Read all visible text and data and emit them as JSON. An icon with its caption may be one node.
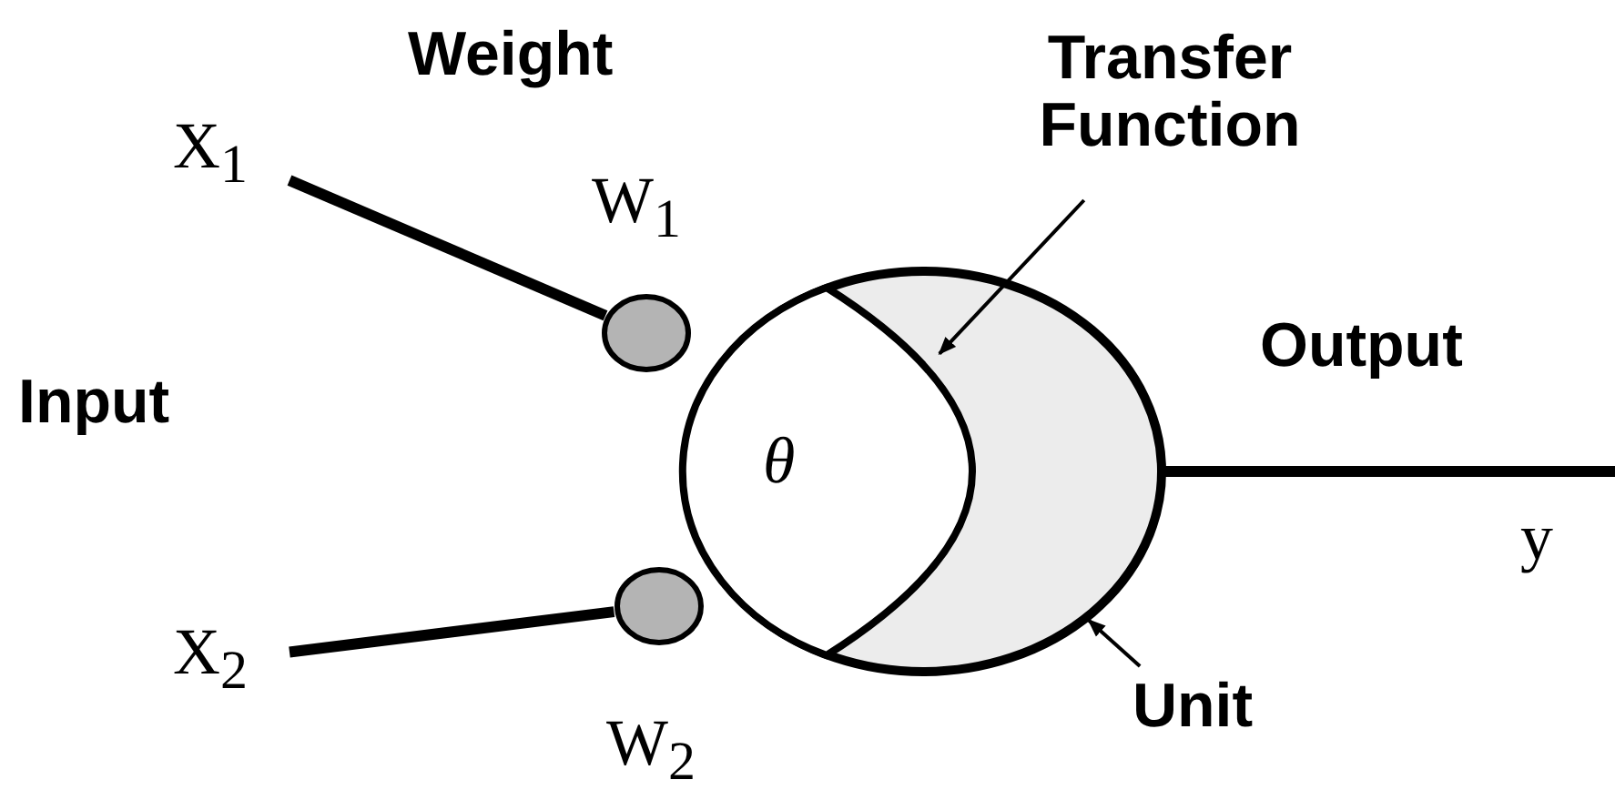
{
  "diagram": {
    "nodes": [
      {
        "text": [
          "X$_{1}$"
        ]
      },
      {
        "text": [],
        "shape": "circle",
        "beside": [
          "W$_{1}$"
        ]
      },
      {
        "text": [
          "X$_{2}$"
        ]
      },
      {
        "text": [],
        "shape": "circle",
        "beside": [
          "W$_{2}$"
        ]
      },
      {
        "text": [],
        "shape": "circle"
      },
      {
        "text": [
          "θ"
        ],
        "in": 4
      },
      {
        "text": [
          "Transfer Function"
        ]
      },
      {
        "text": [
          "Unit"
        ]
      }
    ],
    "edges": [
      {
        "from": 0,
        "to": 1,
        "arrow": "none"
      },
      {
        "from": 2,
        "to": 3,
        "arrow": "none"
      },
      {
        "from": 6,
        "to": 5,
        "arrow": "to"
      },
      {
        "from": 7,
        "to": 4,
        "arrow": "to"
      },
      {
        "from": 4,
        "to": null,
        "arrow": "none"
      }
    ],
    "labels": [
      "Weight",
      "Input",
      "Output",
      "y"
    ]
  }
}
